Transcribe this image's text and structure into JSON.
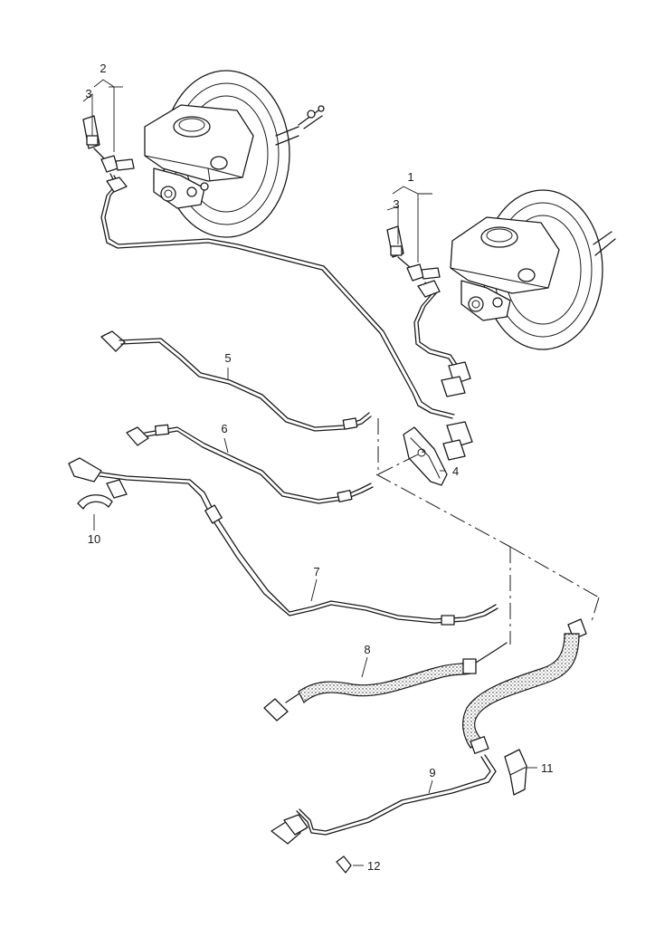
{
  "diagram": {
    "callouts": {
      "booster_left": "2",
      "booster_right": "1",
      "sensor_left": "3",
      "sensor_right": "3",
      "gasket": "4",
      "line_5": "5",
      "line_6": "6",
      "line_7": "7",
      "hose_8": "8",
      "hose_9": "9",
      "clip_10": "10",
      "bracket_11": "11",
      "clip_12": "12"
    },
    "colors": {
      "line": "#1a1a1a",
      "background": "#ffffff"
    }
  }
}
